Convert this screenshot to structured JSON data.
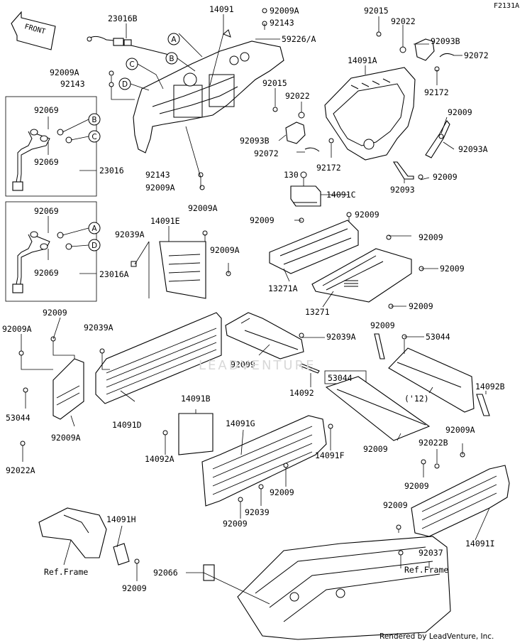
{
  "diagram_code": "F2131A",
  "front_label": "FRONT",
  "credit": "Rendered by LeadVenture, Inc.",
  "watermark": "LEADVENTURE",
  "callouts": [
    "A",
    "B",
    "C",
    "D"
  ],
  "labels": [
    "23016B",
    "14091",
    "92009A",
    "92143",
    "59226/A",
    "92015",
    "92022",
    "92093B",
    "92072",
    "14091A",
    "92172",
    "92009A",
    "92143",
    "92015",
    "92022",
    "92009",
    "92069",
    "92093B",
    "92072",
    "92172",
    "92093A",
    "92069",
    "23016",
    "92143",
    "92009A",
    "130",
    "14091C",
    "92009",
    "92093",
    "92009",
    "92069",
    "92009A",
    "92009",
    "92009",
    "14091E",
    "92039A",
    "92009A",
    "92009",
    "92069",
    "23016A",
    "13271A",
    "92009",
    "13271",
    "92009",
    "92039A",
    "92009A",
    "92039A",
    "92009",
    "53044",
    "92009",
    "14092",
    "53044",
    "('12)",
    "14092B",
    "53044",
    "92009A",
    "14091D",
    "14091B",
    "14091G",
    "14091F",
    "92009",
    "14092A",
    "92022B",
    "92022A",
    "92009A",
    "92009",
    "92009",
    "92039",
    "92009",
    "92009",
    "14091H",
    "92037",
    "14091I",
    "Ref.Frame",
    "Ref.Frame",
    "92066",
    "92009"
  ]
}
